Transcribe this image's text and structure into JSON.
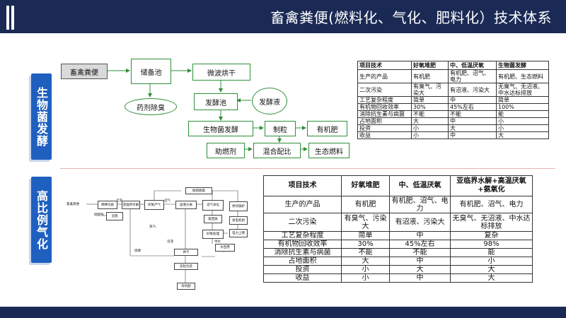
{
  "header": {
    "title": "畜禽粪便(燃料化、气化、肥料化）技术体系"
  },
  "side_labels": {
    "bio": "生物菌发酵",
    "high": "高比例气化"
  },
  "flow": {
    "manure": "畜禽粪便",
    "storage": "储备池",
    "deodor": "药剂除臭",
    "microwave": "微波烘干",
    "ferment_tank": "发酵池",
    "ferment_liquid": "发酵液",
    "bio_ferment": "生物菌发酵",
    "granulate": "制粒",
    "organic": "有机肥",
    "combustion_aid": "助燃剂",
    "blend": "混合配比",
    "eco_fuel": "生态燃料"
  },
  "table1": {
    "headers": [
      "项目技术",
      "好氧堆肥",
      "中、低温厌氧",
      "生物菌发酵"
    ],
    "rows": [
      [
        "生产的产品",
        "有机肥",
        "有机肥、沼气、电力",
        "有机肥、生态燃料"
      ],
      [
        "二次污染",
        "有臭气、污染大",
        "有沼液、污染大",
        "无臭气、无沼液、中水达标排放"
      ],
      [
        "工艺复杂程度",
        "简单",
        "中",
        "简单"
      ],
      [
        "有机物回收效率",
        "30%",
        "45%左右",
        "100%"
      ],
      [
        "消除抗生素与病菌",
        "不能",
        "不能",
        "能"
      ],
      [
        "占地面积",
        "大",
        "中",
        "小"
      ],
      [
        "投资",
        "小",
        "大",
        "小"
      ],
      [
        "收益",
        "小",
        "中",
        "大"
      ]
    ]
  },
  "table2": {
    "headers": [
      "项目技术",
      "好氧堆肥",
      "中、低温厌氧",
      "亚临界水解+高温厌氧+氨氧化"
    ],
    "rows": [
      [
        "生产的产品",
        "有机肥",
        "有机肥、沼气、电力",
        "有机肥、沼气、电力"
      ],
      [
        "二次污染",
        "有臭气、污染大",
        "有沼液、污染大",
        "无臭气、无沼液、中水达标排放"
      ],
      [
        "工艺复杂程度",
        "简单",
        "中",
        "复杂"
      ],
      [
        "有机物回收效率",
        "30%",
        "45%左右",
        "98%"
      ],
      [
        "消除抗生素与病菌",
        "不能",
        "不能",
        "能"
      ],
      [
        "占地面积",
        "大",
        "中",
        "小"
      ],
      [
        "投资",
        "小",
        "大",
        "大"
      ],
      [
        "收益",
        "小",
        "中",
        "大"
      ]
    ]
  },
  "schematic": {
    "inlet": "畜禽粪便",
    "homog": "稀释均质",
    "pump": "污泥",
    "hydro": "亚临界水解",
    "anaer": "厌氧产气",
    "biogas": "沼气",
    "mix": "沼液",
    "sep": "固液分离",
    "gasclean": "沼气净化",
    "ammonia": "氨回收",
    "boiler": "余热锅炉",
    "power": "发电机组",
    "grid": "电力上网",
    "wash": "脱硫脱氨",
    "nit": "好氧处理",
    "water": "中水",
    "reuse": "水回用",
    "dry": "烘干",
    "fert": "有机肥",
    "pack": "造粒包装",
    "acid": "硫酸铵",
    "residue": "沼渣",
    "sulfur": "硫磺",
    "heat": "蒸汽"
  },
  "colors": {
    "navy": "#1b2a55",
    "side": "#1f5fbf",
    "green": "#2f8f3a"
  }
}
